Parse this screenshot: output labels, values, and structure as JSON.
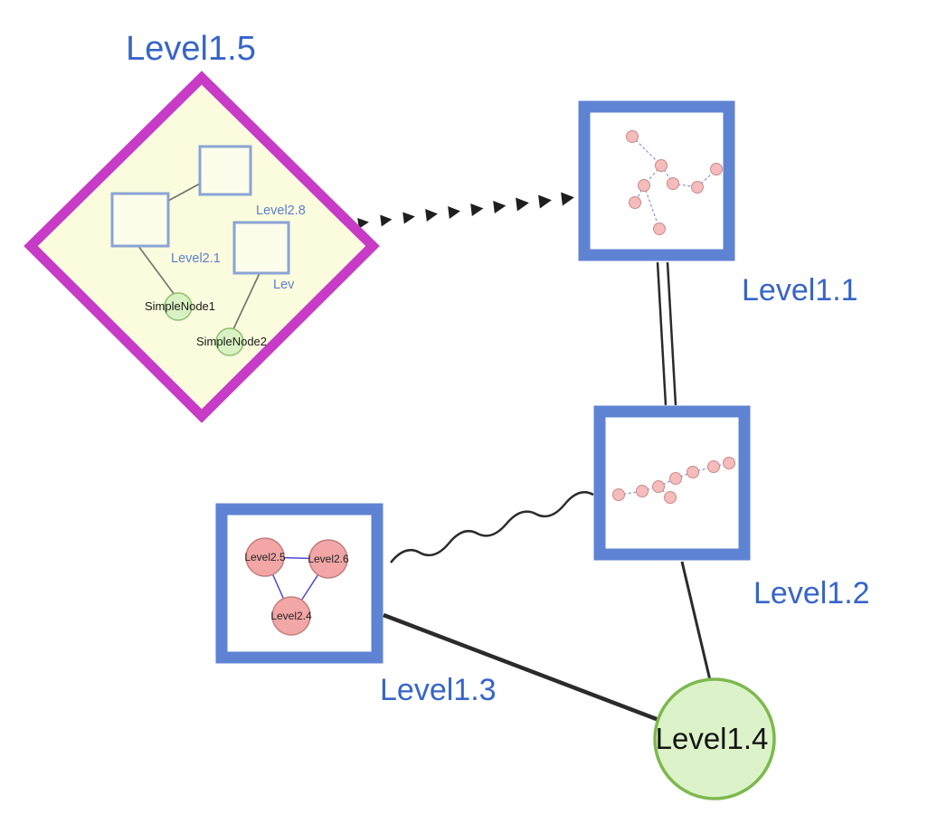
{
  "graph": {
    "level15": {
      "label": "Level1.5",
      "shape": "diamond"
    },
    "level11": {
      "label": "Level1.1",
      "shape": "square"
    },
    "level12": {
      "label": "Level1.2",
      "shape": "square"
    },
    "level13": {
      "label": "Level1.3",
      "shape": "square"
    },
    "level14": {
      "label": "Level1.4",
      "shape": "circle"
    },
    "level15_inner": {
      "square_top": "Level2.8",
      "square_left": "Level2.1",
      "square_right": "Lev",
      "simple1": "SimpleNode1",
      "simple2": "SimpleNode2"
    },
    "level13_inner": {
      "left": "Level2.5",
      "right": "Level2.6",
      "bottom": "Level2.4"
    },
    "edges": [
      {
        "from": "Level1.5",
        "to": "Level1.1",
        "style": "bold-dashed-arrowheads"
      },
      {
        "from": "Level1.1",
        "to": "Level1.2",
        "style": "double-line"
      },
      {
        "from": "Level1.3",
        "to": "Level1.2",
        "style": "wavy"
      },
      {
        "from": "Level1.3",
        "to": "Level1.4",
        "style": "thick-solid"
      },
      {
        "from": "Level1.2",
        "to": "Level1.4",
        "style": "solid"
      }
    ],
    "colors": {
      "label_blue": "#3665c8",
      "inner_label_blue": "#5b7fd0",
      "node_border_blue": "#5f83d3",
      "diamond_border_magenta": "#c73bc7",
      "diamond_fill": "#fbfbdd",
      "green_node_fill": "#d9f2c4",
      "green_node_border": "#7cb94e",
      "pink_node_fill": "#f2a6a6",
      "pink_node_border": "#c47d7d",
      "edge_black": "#2b2b2b",
      "inner_edge_blue": "#4a4ad0"
    }
  }
}
